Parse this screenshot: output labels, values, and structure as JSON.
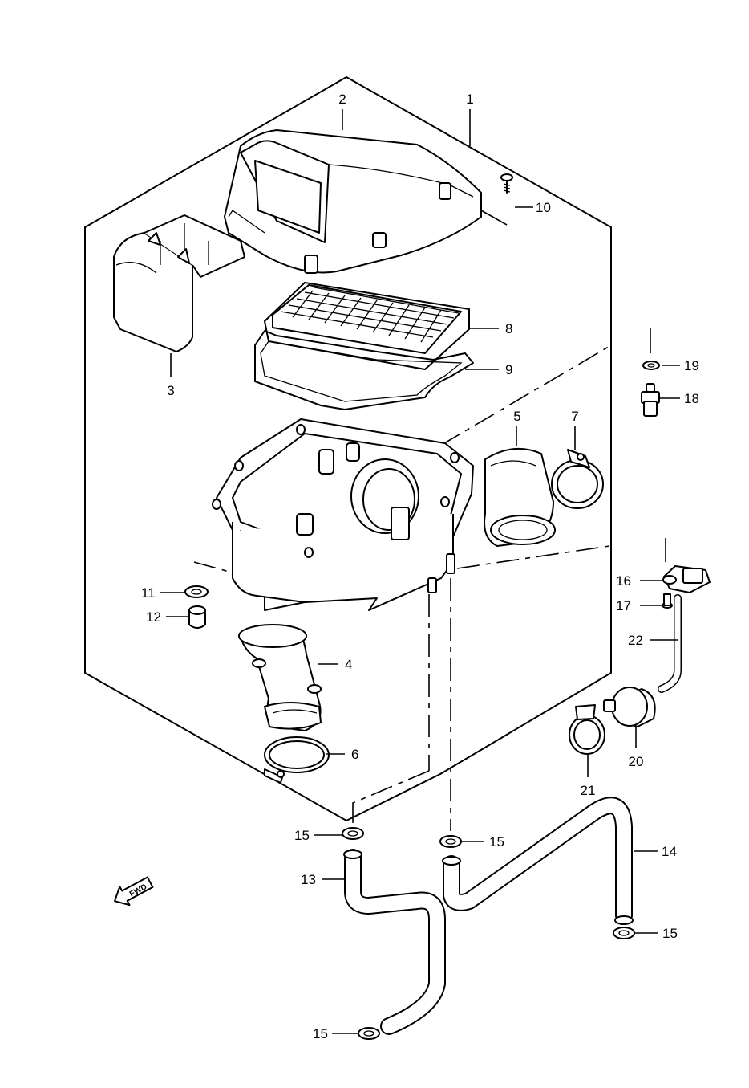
{
  "diagram": {
    "fwd_label": "FWD",
    "callouts": [
      {
        "id": "c1",
        "text": "1"
      },
      {
        "id": "c2",
        "text": "2"
      },
      {
        "id": "c3",
        "text": "3"
      },
      {
        "id": "c4",
        "text": "4"
      },
      {
        "id": "c5",
        "text": "5"
      },
      {
        "id": "c6",
        "text": "6"
      },
      {
        "id": "c7",
        "text": "7"
      },
      {
        "id": "c8",
        "text": "8"
      },
      {
        "id": "c9",
        "text": "9"
      },
      {
        "id": "c10",
        "text": "10"
      },
      {
        "id": "c11",
        "text": "11"
      },
      {
        "id": "c12",
        "text": "12"
      },
      {
        "id": "c13",
        "text": "13"
      },
      {
        "id": "c14",
        "text": "14"
      },
      {
        "id": "c15a",
        "text": "15"
      },
      {
        "id": "c15b",
        "text": "15"
      },
      {
        "id": "c15c",
        "text": "15"
      },
      {
        "id": "c15d",
        "text": "15"
      },
      {
        "id": "c16",
        "text": "16"
      },
      {
        "id": "c17",
        "text": "17"
      },
      {
        "id": "c18",
        "text": "18"
      },
      {
        "id": "c19",
        "text": "19"
      },
      {
        "id": "c20",
        "text": "20"
      },
      {
        "id": "c21",
        "text": "21"
      },
      {
        "id": "c22",
        "text": "22"
      }
    ]
  }
}
